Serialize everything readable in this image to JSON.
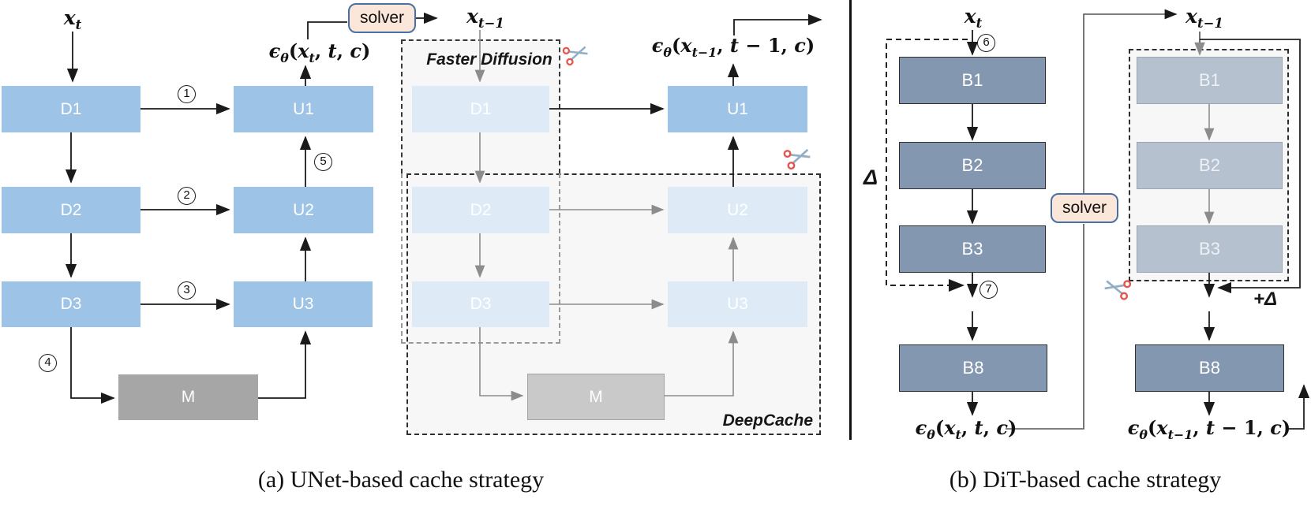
{
  "colors": {
    "block_blue": "#9DC3E6",
    "block_blue_faded": "#DEEBF7",
    "block_gray": "#A6A6A6",
    "block_gray_faded": "#C9C9C9",
    "block_slate": "#8497B0",
    "block_slate_faded": "#B5C1CF",
    "solver_fill": "#FBE7D9",
    "solver_border": "#4A6FA5",
    "arrow_black": "#1a1a1a",
    "arrow_gray": "#8c8c8c",
    "scissors_red": "#e4574f",
    "scissors_blade": "#92aec5"
  },
  "math": {
    "x_t": [
      [
        "x",
        "bi"
      ],
      [
        "t",
        "sub"
      ]
    ],
    "x_t_prev": [
      [
        "x",
        "bi"
      ],
      [
        "t−1",
        "sub"
      ]
    ],
    "eps_t": [
      [
        "ϵ",
        "bi"
      ],
      [
        "θ",
        "sub"
      ],
      [
        "(",
        "b"
      ],
      [
        "x",
        "bi"
      ],
      [
        "t",
        "sub"
      ],
      [
        ", ",
        "b"
      ],
      [
        "t",
        "bi"
      ],
      [
        ", ",
        "b"
      ],
      [
        "c",
        "bi"
      ],
      [
        ")",
        "b"
      ]
    ],
    "eps_t_prev": [
      [
        "ϵ",
        "bi"
      ],
      [
        "θ",
        "sub"
      ],
      [
        "(",
        "b"
      ],
      [
        "x",
        "bi"
      ],
      [
        "t−1",
        "sub"
      ],
      [
        ", ",
        "b"
      ],
      [
        "t",
        "bi"
      ],
      [
        " − 1, ",
        "b"
      ],
      [
        "c",
        "bi"
      ],
      [
        ")",
        "b"
      ]
    ]
  },
  "panel_a": {
    "caption": "(a) UNet-based cache strategy",
    "solver_label": "solver",
    "faster_diffusion_label": "Faster Diffusion",
    "deepcache_label": "DeepCache",
    "steps": {
      "s1": "1",
      "s2": "2",
      "s3": "3",
      "s4": "4",
      "s5": "5"
    },
    "full_unet": {
      "d1": "D1",
      "d2": "D2",
      "d3": "D3",
      "u1": "U1",
      "u2": "U2",
      "u3": "U3",
      "m": "M"
    },
    "cached_unet": {
      "d1": "D1",
      "d2": "D2",
      "d3": "D3",
      "u1": "U1",
      "u2": "U2",
      "u3": "U3",
      "m": "M"
    }
  },
  "panel_b": {
    "caption": "(b) DiT-based cache strategy",
    "solver_label": "solver",
    "delta_label": "Δ",
    "plus_delta_label": "+Δ",
    "steps": {
      "s6": "6",
      "s7": "7"
    },
    "full_dit": {
      "b1": "B1",
      "b2": "B2",
      "b3": "B3",
      "b8": "B8"
    },
    "cached_dit": {
      "b1": "B1",
      "b2": "B2",
      "b3": "B3",
      "b8": "B8"
    }
  }
}
